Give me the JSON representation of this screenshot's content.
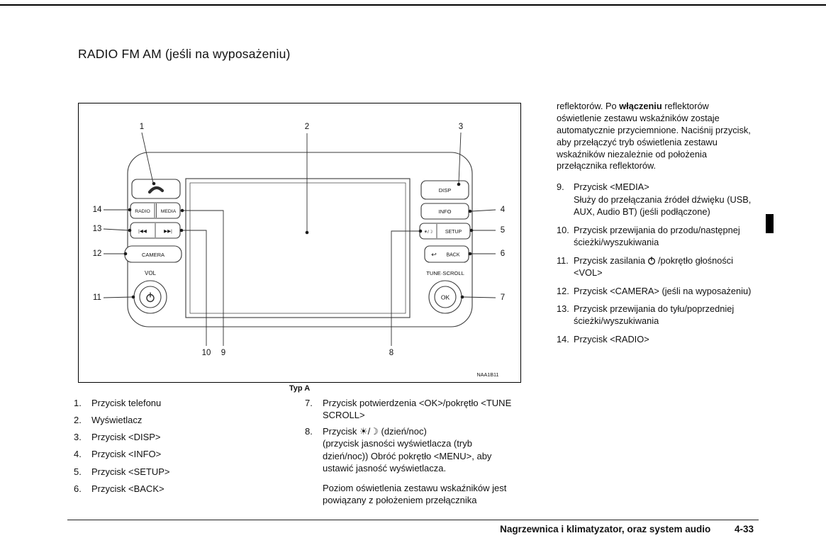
{
  "page": {
    "title": "RADIO FM AM (jeśli na wyposażeniu)",
    "footer_chapter": "Nagrzewnica i klimatyzator, oraz system audio",
    "footer_page": "4-33"
  },
  "diagram": {
    "type_label": "Typ A",
    "figure_code": "NAA1B11",
    "unit": {
      "radio": "RADIO",
      "media": "MEDIA",
      "seek_back": "|◀◀",
      "seek_fwd": "▶▶|",
      "camera": "CAMERA",
      "vol": "VOL",
      "disp": "DISP",
      "info": "INFO",
      "day_night": "☀/☽",
      "setup": "SETUP",
      "back_arrow": "↩",
      "back": "BACK",
      "tune_scroll": "TUNE·SCROLL",
      "ok": "OK"
    },
    "callouts": {
      "n1": "1",
      "n2": "2",
      "n3": "3",
      "n4": "4",
      "n5": "5",
      "n6": "6",
      "n7": "7",
      "n8": "8",
      "n9": "9",
      "n10": "10",
      "n11": "11",
      "n12": "12",
      "n13": "13",
      "n14": "14"
    }
  },
  "right_column": {
    "intro_pre": "reflektorów. Po ",
    "intro_bold": "włączeniu",
    "intro_post": " reflektorów oświetlenie zestawu wskaźników zostaje automatycznie przyciemnione. Naciśnij przycisk, aby przełączyć tryb oświetlenia zestawu wskaźników niezależnie od położenia przełącznika reflektorów.",
    "items": [
      {
        "num": "9.",
        "text": "Przycisk <MEDIA>",
        "sub": "Służy do przełączania źródeł dźwięku (USB, AUX, Audio BT) (jeśli podłączone)"
      },
      {
        "num": "10.",
        "text": "Przycisk przewijania do przodu/następnej ścieżki/wyszukiwania"
      },
      {
        "num": "11.",
        "pre": "Przycisk zasilania",
        "post": "/pokrętło głośności <VOL>"
      },
      {
        "num": "12.",
        "text": "Przycisk <CAMERA> (jeśli na wyposażeniu)"
      },
      {
        "num": "13.",
        "text": "Przycisk przewijania do tyłu/poprzedniej ścieżki/wyszukiwania"
      },
      {
        "num": "14.",
        "text": "Przycisk <RADIO>"
      }
    ]
  },
  "legend_left": [
    {
      "num": "1.",
      "text": "Przycisk telefonu"
    },
    {
      "num": "2.",
      "text": "Wyświetlacz"
    },
    {
      "num": "3.",
      "text": "Przycisk <DISP>"
    },
    {
      "num": "4.",
      "text": "Przycisk <INFO>"
    },
    {
      "num": "5.",
      "text": "Przycisk <SETUP>"
    },
    {
      "num": "6.",
      "text": "Przycisk <BACK>"
    }
  ],
  "legend_middle": {
    "item7": {
      "num": "7.",
      "text": "Przycisk potwierdzenia <OK>/pokrętło <TUNE SCROLL>"
    },
    "item8": {
      "num": "8.",
      "title": "Przycisk ☀/☽ (dzień/noc)",
      "body": "(przycisk jasności wyświetlacza (tryb dzień/noc)) Obróć pokrętło <MENU>, aby ustawić jasność wyświetlacza."
    },
    "note": "Poziom oświetlenia zestawu wskaźników jest powiązany z położeniem przełącznika"
  }
}
